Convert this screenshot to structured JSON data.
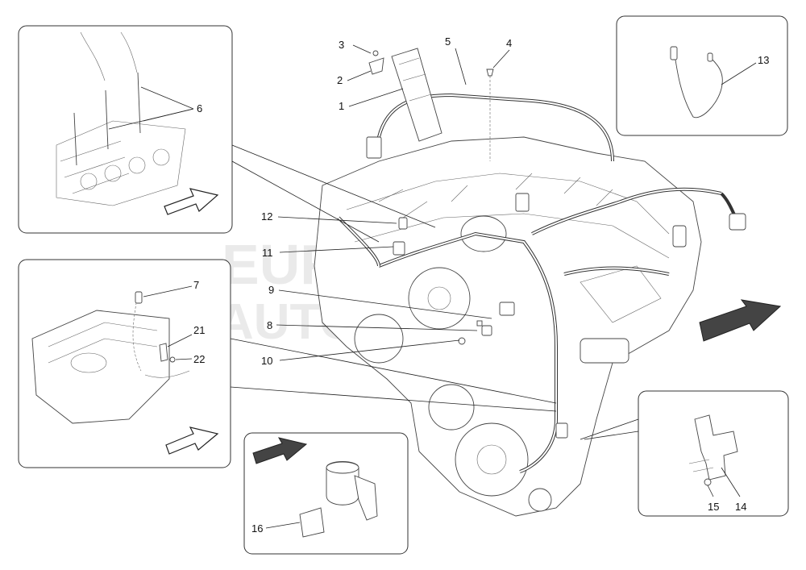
{
  "watermark": {
    "line1": "EURO",
    "line2": "AUTOPARTS"
  },
  "callouts": [
    {
      "id": "1",
      "text": "1"
    },
    {
      "id": "2",
      "text": "2"
    },
    {
      "id": "3",
      "text": "3"
    },
    {
      "id": "4",
      "text": "4"
    },
    {
      "id": "5",
      "text": "5"
    },
    {
      "id": "6",
      "text": "6"
    },
    {
      "id": "7",
      "text": "7"
    },
    {
      "id": "8",
      "text": "8"
    },
    {
      "id": "9",
      "text": "9"
    },
    {
      "id": "10",
      "text": "10"
    },
    {
      "id": "11",
      "text": "11"
    },
    {
      "id": "12",
      "text": "12"
    },
    {
      "id": "13",
      "text": "13"
    },
    {
      "id": "14",
      "text": "14"
    },
    {
      "id": "15",
      "text": "15"
    },
    {
      "id": "16",
      "text": "16"
    },
    {
      "id": "21",
      "text": "21"
    },
    {
      "id": "22",
      "text": "22"
    }
  ]
}
